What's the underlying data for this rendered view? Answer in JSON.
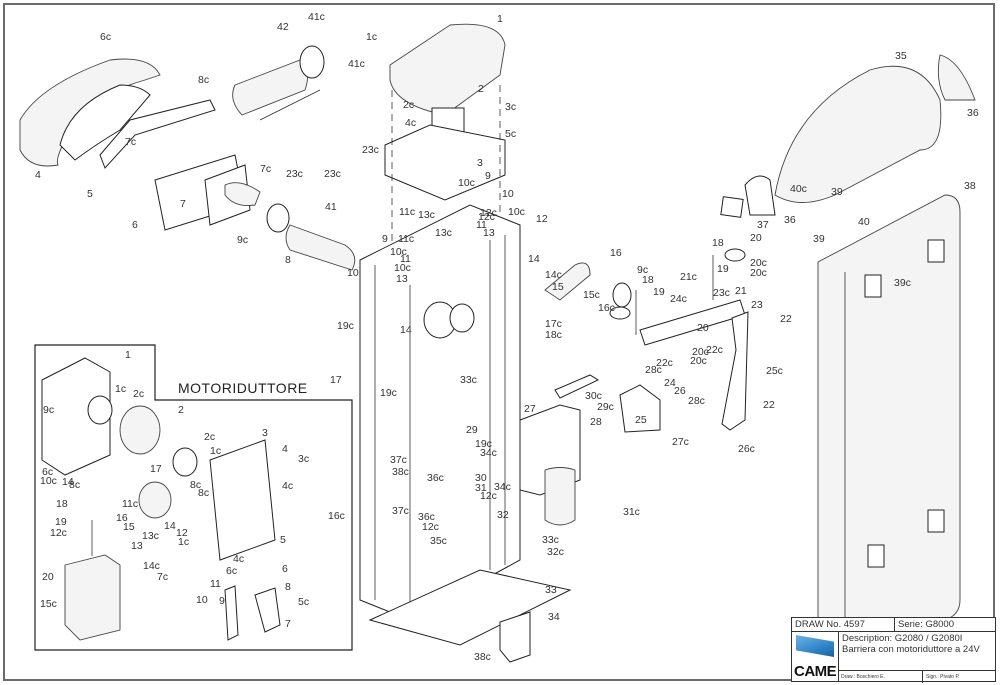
{
  "drawing": {
    "type": "exploded parts diagram",
    "subject": "Barrier gate G2080 / G2080I"
  },
  "inset": {
    "title": "MOTORIDUTTORE",
    "labels": [
      "1",
      "9c",
      "1c",
      "2c",
      "2",
      "2c",
      "1c",
      "3",
      "4",
      "3c",
      "4c",
      "6c",
      "10c",
      "14",
      "8c",
      "17",
      "8c",
      "18",
      "11c",
      "19",
      "12c",
      "16",
      "15",
      "8c",
      "14",
      "12",
      "1c",
      "13c",
      "13",
      "14c",
      "20",
      "15c",
      "7c",
      "6c",
      "4c",
      "5",
      "16c",
      "6",
      "11",
      "10",
      "9",
      "8",
      "5c",
      "7"
    ]
  },
  "labels": {
    "left_cover": [
      "6c",
      "8c",
      "7c",
      "4",
      "5",
      "6",
      "7",
      "42",
      "41c",
      "41c",
      "7c",
      "23c",
      "23c",
      "23c",
      "41",
      "9c",
      "8",
      "10"
    ],
    "control_box": [
      "1c",
      "1",
      "2c",
      "2",
      "3c",
      "4c",
      "5c",
      "3",
      "10c",
      "9",
      "10",
      "12c",
      "11",
      "10c",
      "11c",
      "13c",
      "12c",
      "12",
      "11c",
      "10c",
      "13c",
      "9",
      "11",
      "10c",
      "13",
      "13"
    ],
    "column": [
      "14",
      "16",
      "14c",
      "15",
      "15c",
      "16c",
      "9c",
      "17c",
      "18c",
      "14",
      "19c",
      "17",
      "19c",
      "33c",
      "29",
      "19c",
      "34c",
      "37c",
      "38c",
      "36c",
      "30",
      "31",
      "34c",
      "12c",
      "37c",
      "32",
      "36c",
      "12c",
      "35c",
      "33c",
      "32c",
      "33",
      "34",
      "38c",
      "27",
      "28",
      "30c",
      "29c",
      "31c"
    ],
    "lever_assembly": [
      "18",
      "20",
      "19",
      "21c",
      "20c",
      "20c",
      "23c",
      "24c",
      "21",
      "18",
      "19",
      "22c",
      "23",
      "22",
      "20",
      "20c",
      "20c",
      "22c",
      "28c",
      "25c",
      "24",
      "26",
      "28c",
      "25",
      "22",
      "27c",
      "26c"
    ],
    "right_housing": [
      "35",
      "36",
      "40c",
      "36",
      "37",
      "39",
      "38",
      "39",
      "40",
      "39c"
    ]
  },
  "title_block": {
    "draw_no_label": "DRAW No.",
    "draw_no": "4597",
    "serie": "Serie: G8000",
    "description_line1": "Description: G2080 / G2080I",
    "description_line2": "Barriera con motoriduttore a 24V",
    "logo": "CAME",
    "drawn": "Draw.: Boschiero E.",
    "signed": "Sign.: Pivato P."
  },
  "colors": {
    "frame": "#6b6b6b",
    "line": "#333333",
    "logo_blue": "#2f86c8"
  }
}
